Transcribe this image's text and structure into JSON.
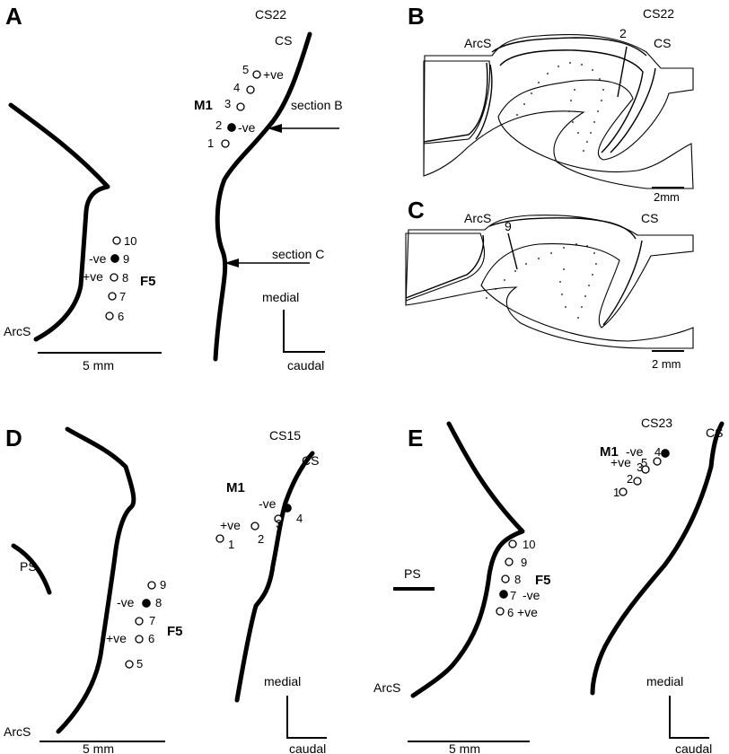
{
  "panels": {
    "A": {
      "letter": "A",
      "case": "CS22",
      "cs": "CS",
      "arcs": "ArcS",
      "m1": "M1",
      "f5": "F5",
      "m1_sites": [
        "5",
        "4",
        "3",
        "2",
        "1"
      ],
      "m1_pos": "+ve",
      "m1_neg": "-ve",
      "f5_sites": [
        "10",
        "9",
        "8",
        "7",
        "6"
      ],
      "f5_neg": "-ve",
      "f5_pos": "+ve",
      "section_b": "section B",
      "section_c": "section C",
      "scale": "5 mm",
      "medial": "medial",
      "caudal": "caudal"
    },
    "B": {
      "letter": "B",
      "case": "CS22",
      "arcs": "ArcS",
      "cs": "CS",
      "site": "2",
      "scale": "2mm"
    },
    "C": {
      "letter": "C",
      "arcs": "ArcS",
      "cs": "CS",
      "site": "9",
      "scale": "2 mm"
    },
    "D": {
      "letter": "D",
      "case": "CS15",
      "cs": "CS",
      "ps": "PS",
      "arcs": "ArcS",
      "m1": "M1",
      "f5": "F5",
      "m1_neg": "-ve",
      "m1_pos": "+ve",
      "m1_sites": [
        "4",
        "3",
        "2",
        "1"
      ],
      "f5_sites": [
        "9",
        "8",
        "7",
        "6",
        "5"
      ],
      "f5_neg": "-ve",
      "f5_pos": "+ve",
      "scale": "5 mm",
      "medial": "medial",
      "caudal": "caudal"
    },
    "E": {
      "letter": "E",
      "case": "CS23",
      "cs": "CS",
      "ps": "PS",
      "arcs": "ArcS",
      "m1": "M1",
      "f5": "F5",
      "m1_pos": "+ve",
      "m1_neg": "-ve",
      "m1_sites": [
        "5",
        "4",
        "3",
        "2",
        "1"
      ],
      "f5_sites": [
        "10",
        "9",
        "8",
        "7",
        "6"
      ],
      "f5_neg": "-ve",
      "f5_pos": "+ve",
      "scale": "5 mm",
      "medial": "medial",
      "caudal": "caudal"
    }
  }
}
